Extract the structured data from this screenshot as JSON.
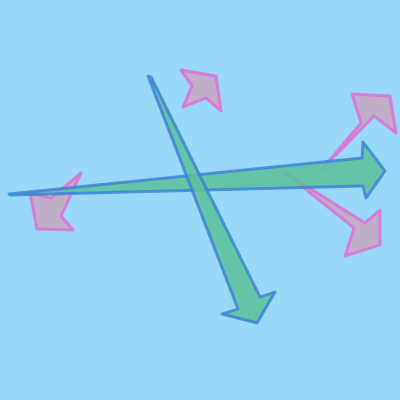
{
  "colors": {
    "background": "#99d9f7",
    "green_arrow_fill": "#5cbf9a",
    "green_arrow_stroke": "#3a7fd9",
    "pink_arrow_fill": "#c4a8c3",
    "pink_arrow_stroke": "#e06ad8"
  },
  "arrows": [
    {
      "name": "green-arrow-horizontal",
      "color": "green",
      "icon": "arrow-right-icon"
    },
    {
      "name": "green-arrow-diagonal",
      "color": "green",
      "icon": "arrow-down-right-icon"
    },
    {
      "name": "pink-arrow-top-small",
      "color": "pink",
      "icon": "arrow-up-left-icon"
    },
    {
      "name": "pink-arrow-top-right",
      "color": "pink",
      "icon": "arrow-up-right-icon"
    },
    {
      "name": "pink-arrow-bottom-right",
      "color": "pink",
      "icon": "arrow-down-right-icon"
    },
    {
      "name": "pink-arrow-left",
      "color": "pink",
      "icon": "arrow-down-left-icon"
    }
  ]
}
